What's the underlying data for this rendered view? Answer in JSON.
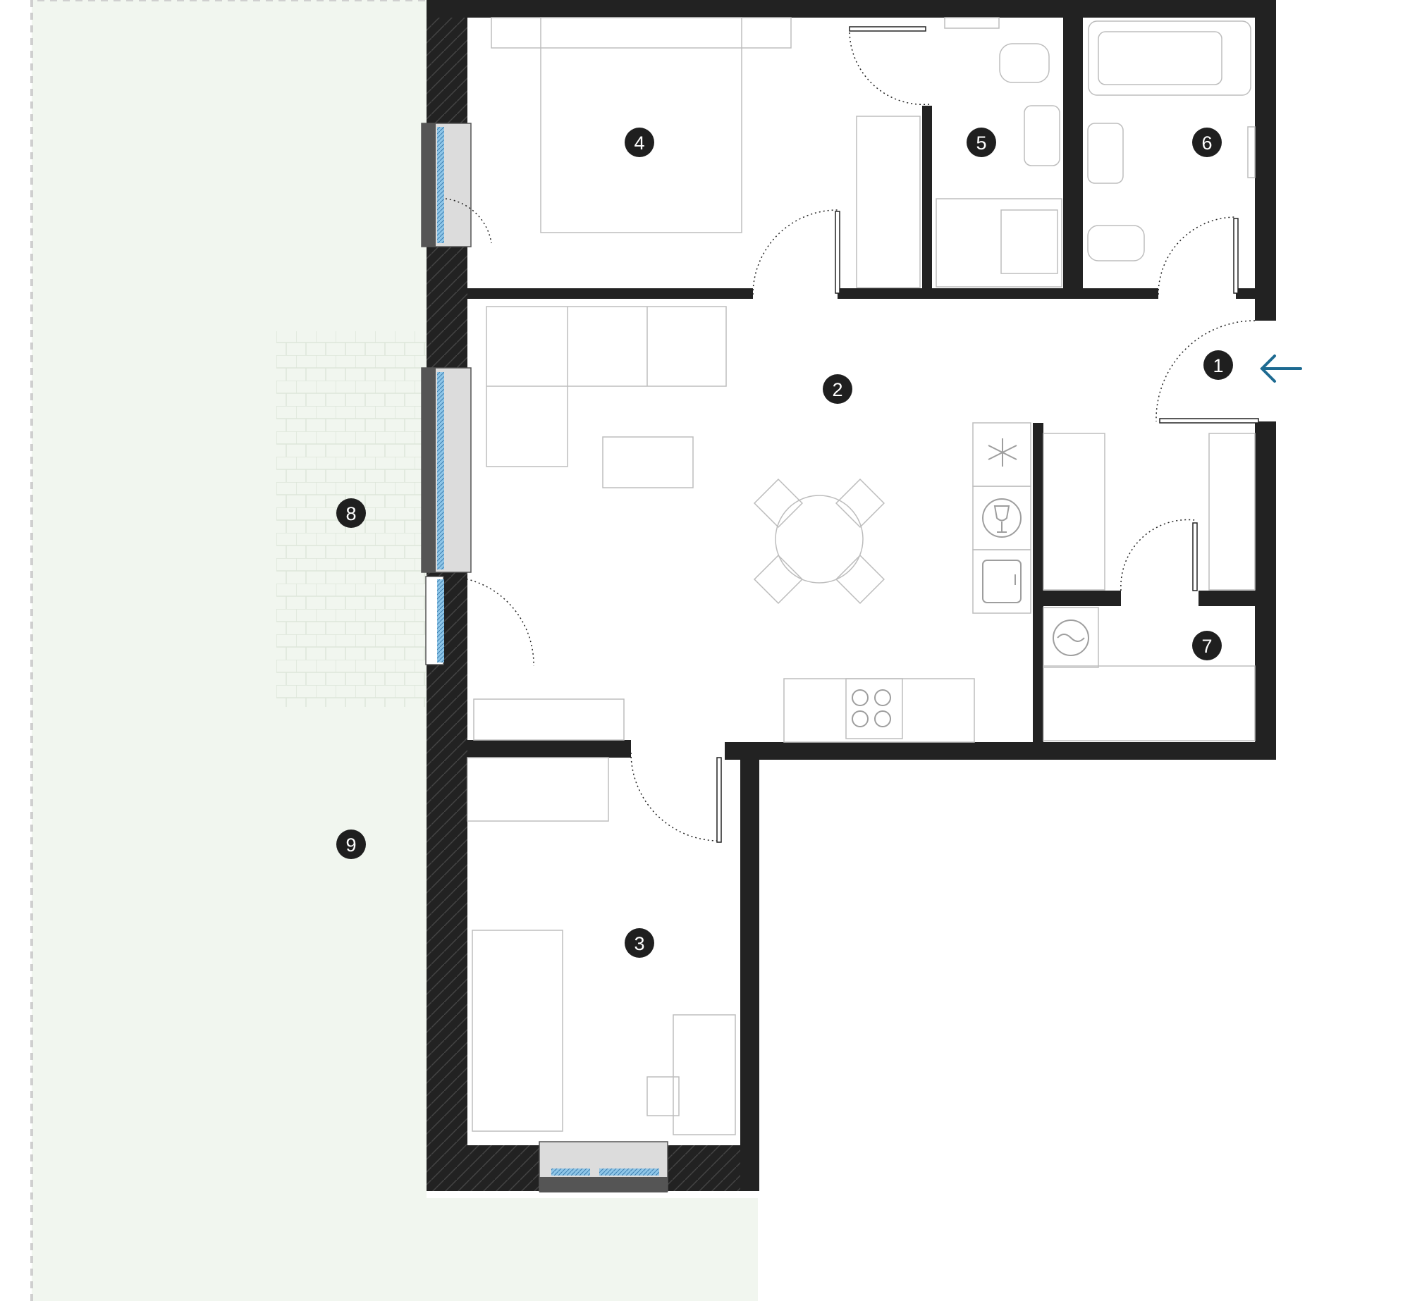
{
  "colors": {
    "wall": "#222222",
    "garden": "#f1f6ef",
    "garden_border": "#cfcfcf",
    "terrace_grid": "#dde6da",
    "entry_arrow": "#1d6a91",
    "glass": "#8fc6e8",
    "badge": "#1f1f1f"
  },
  "rooms": [
    {
      "id": "entry",
      "label": "1"
    },
    {
      "id": "living",
      "label": "2"
    },
    {
      "id": "bedroom-south",
      "label": "3"
    },
    {
      "id": "bedroom-north",
      "label": "4"
    },
    {
      "id": "wc",
      "label": "5"
    },
    {
      "id": "bathroom",
      "label": "6"
    },
    {
      "id": "utility",
      "label": "7"
    },
    {
      "id": "terrace",
      "label": "8"
    },
    {
      "id": "garden",
      "label": "9"
    }
  ],
  "icons": {
    "entry_arrow": "arrow-left-icon",
    "fridge": "snowflake-icon",
    "dishwasher": "wineglass-icon",
    "cooktop": "cooktop-icon",
    "washer": "washing-machine-icon"
  }
}
